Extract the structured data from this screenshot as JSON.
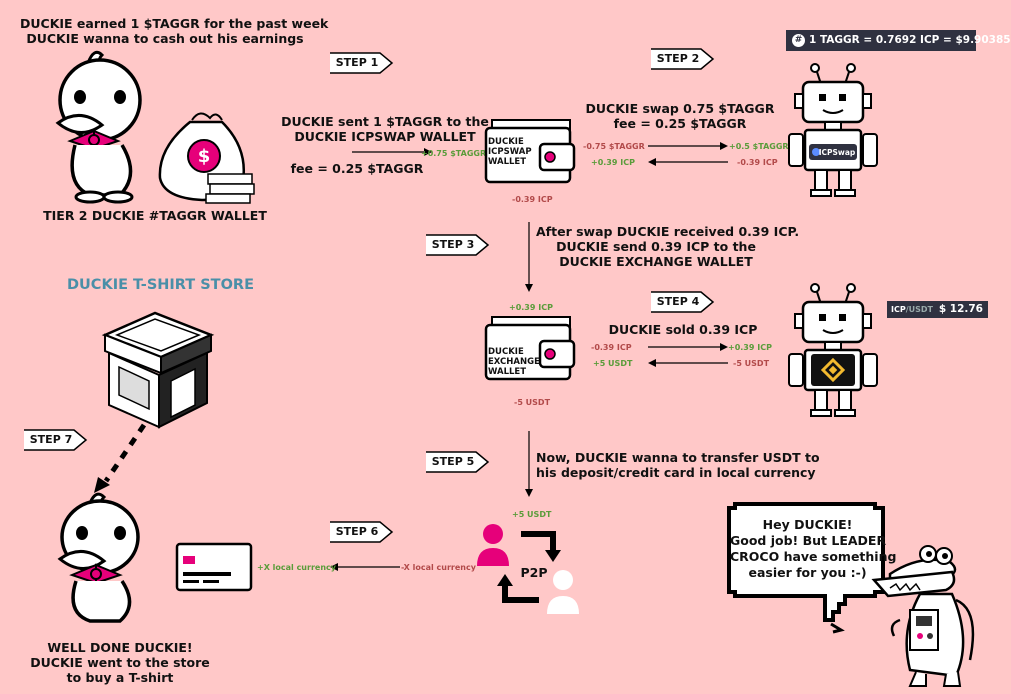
{
  "intro": {
    "line1": "DUCKIE earned 1 $TAGGR for the past week",
    "line2": "DUCKIE wanna to cash out his earnings"
  },
  "tier_label": "TIER 2 DUCKIE #TAGGR WALLET",
  "steps": {
    "s1": "STEP 1",
    "s2": "STEP 2",
    "s3": "STEP 3",
    "s4": "STEP 4",
    "s5": "STEP 5",
    "s6": "STEP 6",
    "s7": "STEP 7"
  },
  "step1": {
    "line1": "DUCKIE sent 1 $TAGGR to the",
    "line2": "DUCKIE ICPSWAP WALLET",
    "fee": "fee = 0.25 $TAGGR",
    "amount_in": "+0.75 $TAGGR",
    "icp_out": "-0.39 ICP"
  },
  "icpswap_wallet": {
    "l1": "DUCKIE",
    "l2": "ICPSWAP",
    "l3": "WALLET"
  },
  "step2": {
    "line1": "DUCKIE swap 0.75 $TAGGR",
    "line2": "fee = 0.25 $TAGGR",
    "taggr_out": "-0.75 $TAGGR",
    "icp_in": "+0.39 ICP",
    "robot_in": "+0.5 $TAGGR",
    "robot_out": "-0.39 ICP",
    "robot_badge": "ICPSwap"
  },
  "ticker_taggr": {
    "icon": "#",
    "text": "1 TAGGR = 0.7692 ICP = $9.90385"
  },
  "step3": {
    "line1": "After swap DUCKIE received 0.39 ICP.",
    "line2": "DUCKIE send 0.39 ICP to the",
    "line3": "DUCKIE EXCHANGE WALLET"
  },
  "store_title": "DUCKIE T-SHIRT STORE",
  "exchange_wallet": {
    "l1": "DUCKIE",
    "l2": "EXCHANGE",
    "l3": "WALLET",
    "icp_in": "+0.39 ICP",
    "usdt_out": "-5 USDT"
  },
  "step4": {
    "line1": "DUCKIE sold 0.39 ICP",
    "icp_out": "-0.39 ICP",
    "usdt_in": "+5 USDT",
    "robot_in": "+0.39 ICP",
    "robot_out": "-5 USDT"
  },
  "ticker_icp": {
    "pair_a": "ICP",
    "pair_b": "/USDT",
    "price": "$ 12.76"
  },
  "step5": {
    "line1": "Now, DUCKIE wanna to transfer USDT to",
    "line2": "his deposit/credit card in local currency",
    "usdt_in": "+5 USDT"
  },
  "p2p_label": "P2P",
  "step6": {
    "card_in": "+X local currency",
    "p2p_out": "-X local currency"
  },
  "bubble": {
    "l1": "Hey DUCKIE!",
    "l2": "Good job! But LEADER",
    "l3": "CROCO have something",
    "l4": "easier for you :-)"
  },
  "final": {
    "l1": "WELL DONE DUCKIE!",
    "l2": "DUCKIE went to the store",
    "l3": "to buy a T-shirt"
  },
  "colors": {
    "bg": "#ffc8c8",
    "green": "#5a9c3a",
    "red": "#b24a4a",
    "pink": "#e6007a",
    "teal": "#4a8fa8",
    "ticker_bg": "#2f3140"
  }
}
